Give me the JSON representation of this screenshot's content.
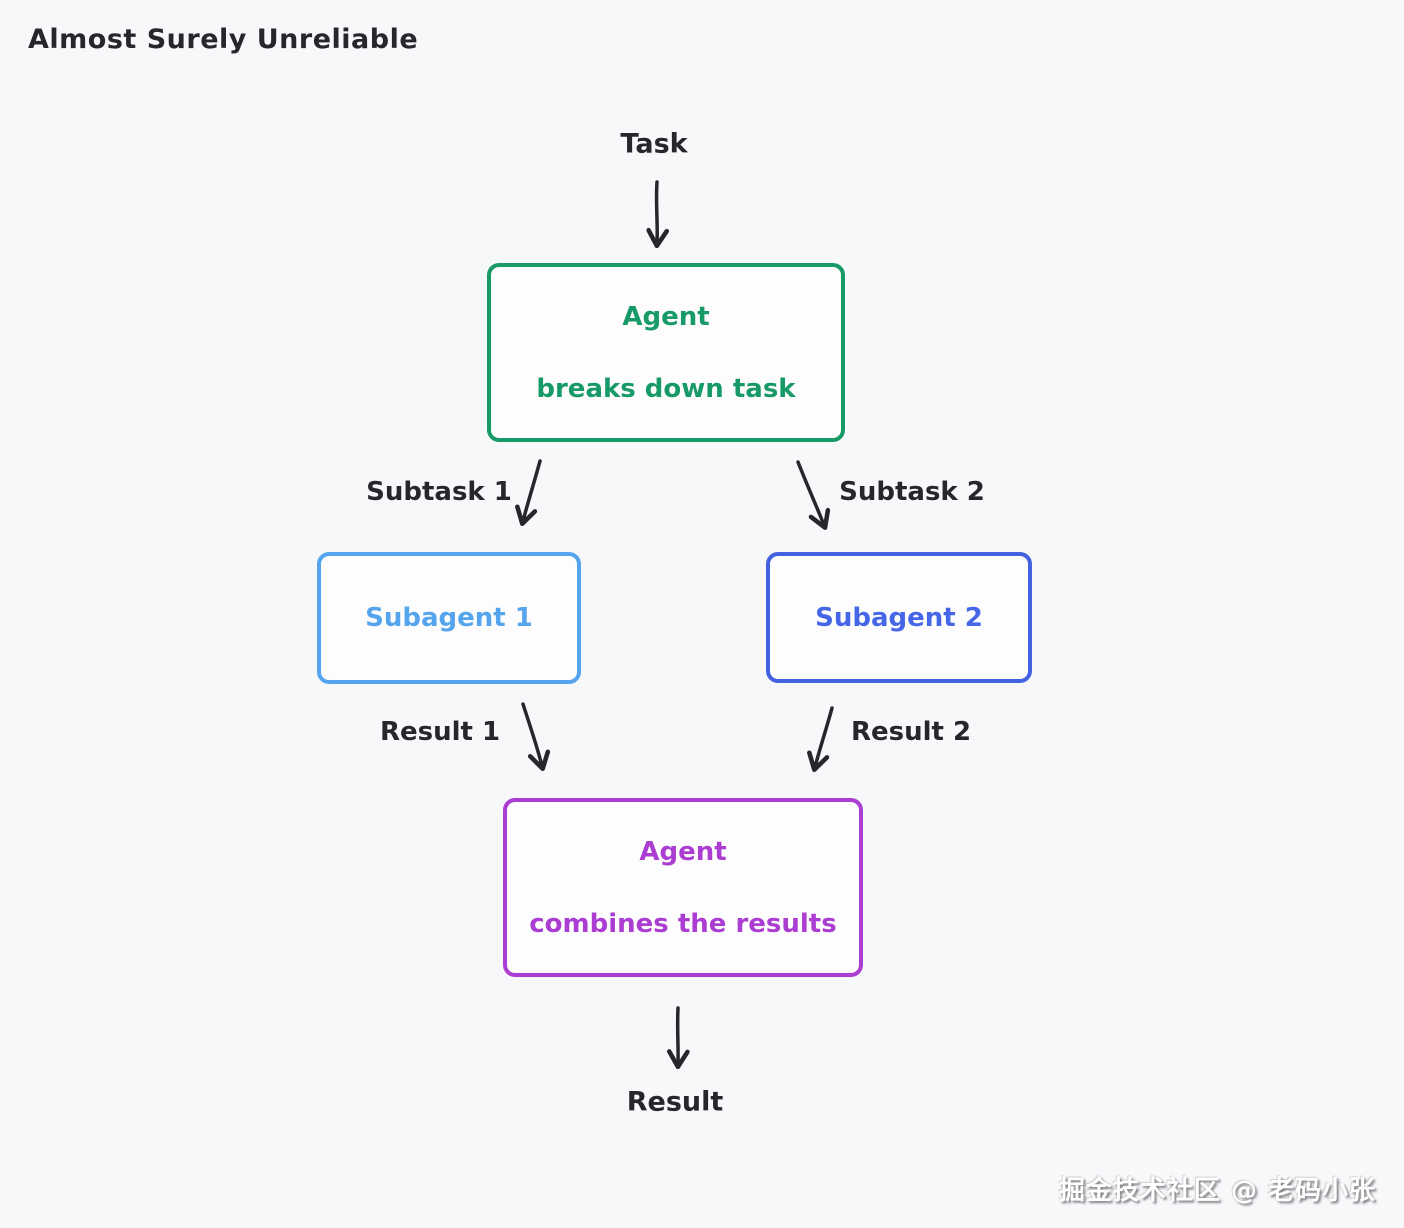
{
  "title": "Almost Surely Unreliable",
  "diagram": {
    "task_label": "Task",
    "result_label": "Result",
    "nodes": {
      "agent_top": {
        "line1": "Agent",
        "line2": "breaks down task",
        "color": "#179a67"
      },
      "subagent1": {
        "label": "Subagent 1",
        "color": "#55a5ee"
      },
      "subagent2": {
        "label": "Subagent 2",
        "color": "#4262e0"
      },
      "agent_bottom": {
        "line1": "Agent",
        "line2": "combines the results",
        "color": "#ab3dd2"
      }
    },
    "edge_labels": {
      "subtask1": "Subtask 1",
      "subtask2": "Subtask 2",
      "result1": "Result 1",
      "result2": "Result 2"
    }
  },
  "watermark": "掘金技术社区 @ 老码小张",
  "colors": {
    "background": "#f7f8fa",
    "node_fill": "#fdfdfe",
    "text_dark": "#26272c",
    "arrow": "#26272c",
    "green": "#179a67",
    "light_blue": "#55a5ee",
    "indigo": "#4262e0",
    "purple": "#ab3dd2"
  }
}
